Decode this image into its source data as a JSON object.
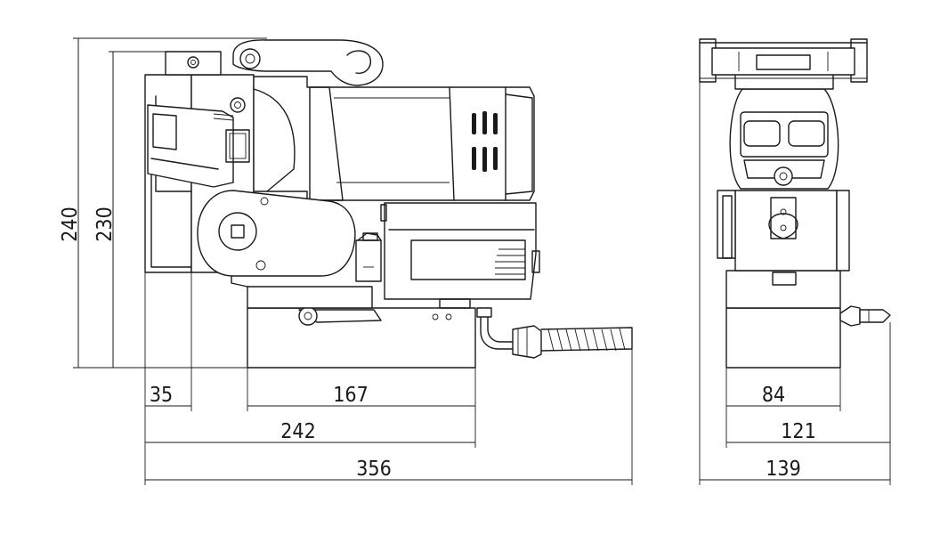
{
  "drawing": {
    "side_view": {
      "height_total": "240",
      "height_body": "230",
      "width_front_offset": "35",
      "width_base": "167",
      "width_to_base_end": "242",
      "width_overall": "356"
    },
    "front_view": {
      "width_base": "84",
      "width_body": "121",
      "width_overall": "139"
    }
  },
  "colors": {
    "line": "#1a1a1a",
    "background": "#ffffff"
  }
}
